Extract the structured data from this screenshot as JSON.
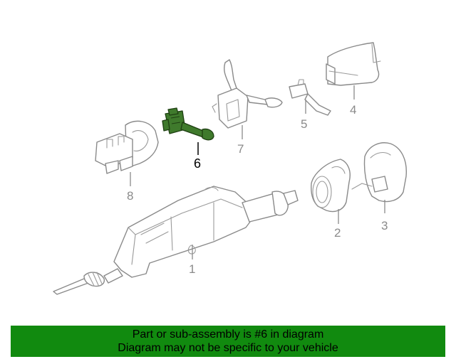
{
  "callouts": {
    "c1": "1",
    "c2": "2",
    "c3": "3",
    "c4": "4",
    "c5": "5",
    "c6": "6",
    "c7": "7",
    "c8": "8"
  },
  "highlight_color": "#3f7a2c",
  "caption": {
    "line1": "Part or sub-assembly is #6 in diagram",
    "line2": "Diagram may not be specific to your vehicle",
    "background": "#118a0f"
  }
}
